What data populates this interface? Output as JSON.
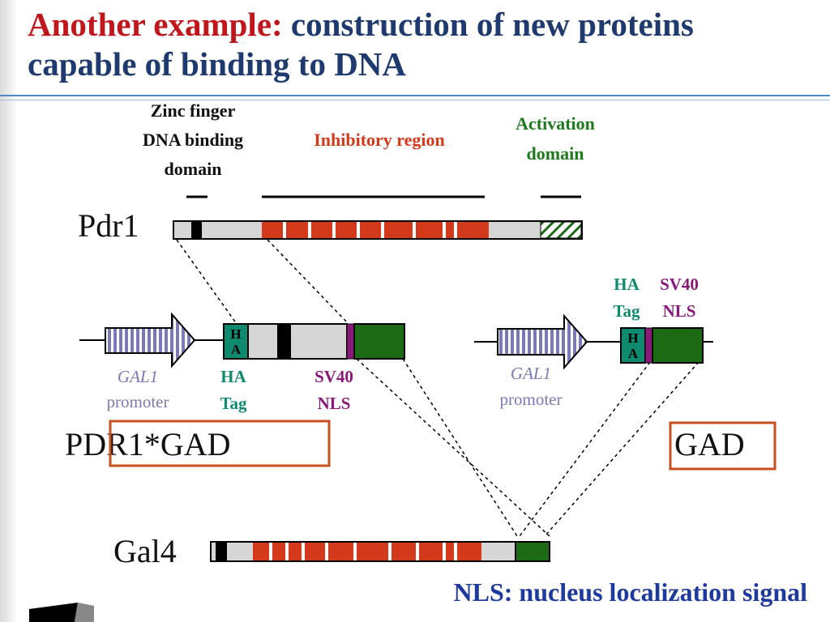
{
  "slide": {
    "title_accent": "Another example:",
    "title_rest": " construction of new proteins capable of binding to DNA",
    "footnote": "NLS: nucleus localization signal"
  },
  "diagram": {
    "label_zinc_l1": "Zinc finger",
    "label_zinc_l2": "DNA binding",
    "label_zinc_l3": "domain",
    "label_inhibitory": "Inhibitory region",
    "label_activation_l1": "Activation",
    "label_activation_l2": "domain",
    "pdr1": "Pdr1",
    "gal1_italic": "GAL1",
    "promoter": "promoter",
    "ha": "HA",
    "tag": "Tag",
    "sv40": "SV40",
    "nls": "NLS",
    "ha_box_top": "H",
    "ha_box_bottom": "A",
    "construct1_name": "PDR1*GAD",
    "construct2_name": "GAD",
    "gal4": "Gal4"
  },
  "colors": {
    "title_blue": "#1f3a6e",
    "title_red": "#c0171d",
    "inhibitory_red": "#d33a1c",
    "activation_green": "#1d7a1d",
    "dark_green": "#1c6b14",
    "teal": "#0e8a6e",
    "purple": "#8a1a7a",
    "gal1_blue": "#7a7ab8",
    "box_orange": "#c8501e"
  }
}
